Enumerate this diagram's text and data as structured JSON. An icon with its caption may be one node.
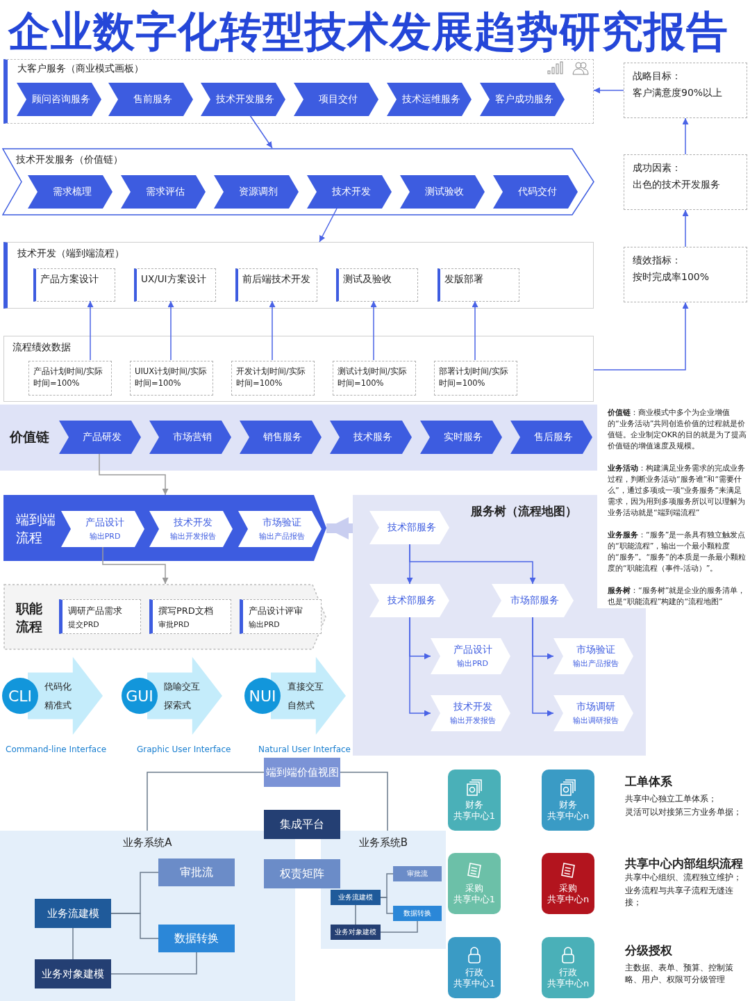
{
  "diagram": {
    "title": "企业数字化转型技术发展趋势研究报告",
    "nodes": [
      {
        "text": [
          "大客户服务（商业模式画板）"
        ]
      },
      {
        "text": [
          "顾问咨询服务"
        ],
        "in": 0
      },
      {
        "text": [
          "售前服务"
        ],
        "in": 0
      },
      {
        "text": [
          "技术开发服务"
        ],
        "in": 0
      },
      {
        "text": [
          "项目交付"
        ],
        "in": 0
      },
      {
        "text": [
          "技术运维服务"
        ],
        "in": 0
      },
      {
        "text": [
          "客户成功服务"
        ],
        "in": 0
      },
      {
        "text": [
          "技术开发服务（价值链）"
        ]
      },
      {
        "text": [
          "需求梳理"
        ],
        "in": 7
      },
      {
        "text": [
          "需求评估"
        ],
        "in": 7
      },
      {
        "text": [
          "资源调剂"
        ],
        "in": 7
      },
      {
        "text": [
          "技术开发"
        ],
        "in": 7
      },
      {
        "text": [
          "测试验收"
        ],
        "in": 7
      },
      {
        "text": [
          "代码交付"
        ],
        "in": 7
      },
      {
        "text": [
          "技术开发（端到端流程）"
        ]
      },
      {
        "text": [
          "产品方案设计"
        ],
        "in": 14
      },
      {
        "text": [
          "UX/UI方案设计"
        ],
        "in": 14
      },
      {
        "text": [
          "前后端技术开发"
        ],
        "in": 14
      },
      {
        "text": [
          "测试及验收"
        ],
        "in": 14
      },
      {
        "text": [
          "发版部署"
        ],
        "in": 14
      },
      {
        "text": [
          "流程绩效数据"
        ]
      },
      {
        "text": [
          "产品计划时间/实际时间=100%"
        ],
        "in": 20
      },
      {
        "text": [
          "UIUX计划时间/实际时间=100%"
        ],
        "in": 20
      },
      {
        "text": [
          "开发计划时间/实际时间=100%"
        ],
        "in": 20
      },
      {
        "text": [
          "测试计划时间/实际时间=100%"
        ],
        "in": 20
      },
      {
        "text": [
          "部署计划时间/实际时间=100%"
        ],
        "in": 20
      },
      {
        "text": [
          "战略目标：",
          "客户满意度90%以上"
        ]
      },
      {
        "text": [
          "成功因素：",
          "出色的技术开发服务"
        ]
      },
      {
        "text": [
          "绩效指标：",
          "按时完成率100%"
        ]
      },
      {
        "text": [
          "价值链"
        ]
      },
      {
        "text": [
          "产品研发"
        ],
        "in": 29
      },
      {
        "text": [
          "市场营销"
        ],
        "in": 29
      },
      {
        "text": [
          "销售服务"
        ],
        "in": 29
      },
      {
        "text": [
          "技术服务"
        ],
        "in": 29
      },
      {
        "text": [
          "实时服务"
        ],
        "in": 29
      },
      {
        "text": [
          "售后服务"
        ],
        "in": 29
      },
      {
        "text": [
          "端到端流程"
        ]
      },
      {
        "text": [
          "产品设计",
          "输出PRD"
        ],
        "in": 36
      },
      {
        "text": [
          "技术开发",
          "输出开发报告"
        ],
        "in": 36
      },
      {
        "text": [
          "市场验证",
          "输出产品报告"
        ],
        "in": 36
      },
      {
        "text": [
          "职能流程"
        ]
      },
      {
        "text": [
          "调研产品需求",
          "提交PRD"
        ],
        "in": 40
      },
      {
        "text": [
          "撰写PRD文档",
          "审批PRD"
        ],
        "in": 40
      },
      {
        "text": [
          "产品设计评审",
          "输出PRD"
        ],
        "in": 40
      },
      {
        "text": [
          "服务树（流程地图）"
        ]
      },
      {
        "text": [
          "技术部服务"
        ],
        "in": 44
      },
      {
        "text": [
          "技术部服务"
        ],
        "in": 44
      },
      {
        "text": [
          "市场部服务"
        ],
        "in": 44
      },
      {
        "text": [
          "产品设计",
          "输出PRD"
        ],
        "in": 44
      },
      {
        "text": [
          "技术开发",
          "输出开发报告"
        ],
        "in": 44
      },
      {
        "text": [
          "市场验证",
          "输出产品报告"
        ],
        "in": 44
      },
      {
        "text": [
          "市场调研",
          "输出调研报告"
        ],
        "in": 44
      },
      {
        "text": [
          "CLI"
        ]
      },
      {
        "text": [
          "代码化",
          "精准式"
        ],
        "beside": [
          "Command-line Interface"
        ]
      },
      {
        "text": [
          "GUI"
        ]
      },
      {
        "text": [
          "隐喻交互",
          "探索式"
        ],
        "beside": [
          "Graphic User Interface"
        ]
      },
      {
        "text": [
          "NUI"
        ]
      },
      {
        "text": [
          "直接交互",
          "自然式"
        ],
        "beside": [
          "Natural User Interface"
        ]
      },
      {
        "text": [
          "端到端价值视图"
        ]
      },
      {
        "text": [
          "集成平台"
        ]
      },
      {
        "text": [
          "业务系统A"
        ]
      },
      {
        "text": [
          "审批流"
        ],
        "in": 60
      },
      {
        "text": [
          "业务流建模"
        ],
        "in": 60
      },
      {
        "text": [
          "数据转换"
        ],
        "in": 60
      },
      {
        "text": [
          "业务对象建模"
        ],
        "in": 60
      },
      {
        "text": [
          "权责矩阵"
        ]
      },
      {
        "text": [
          "业务系统B"
        ]
      },
      {
        "text": [
          "审批流"
        ],
        "in": 66
      },
      {
        "text": [
          "业务流建模"
        ],
        "in": 66
      },
      {
        "text": [
          "数据转换"
        ],
        "in": 66
      },
      {
        "text": [
          "业务对象建模"
        ],
        "in": 66
      },
      {
        "text": [
          "财务",
          "共享中心1"
        ]
      },
      {
        "text": [
          "财务",
          "共享中心n"
        ]
      },
      {
        "text": [
          "采购",
          "共享中心1"
        ]
      },
      {
        "text": [
          "采购",
          "共享中心n"
        ]
      },
      {
        "text": [
          "行政",
          "共享中心1"
        ]
      },
      {
        "text": [
          "行政",
          "共享中心n"
        ]
      }
    ],
    "edges": [
      {
        "from": 3,
        "to": 7,
        "arrow": "to"
      },
      {
        "from": 11,
        "to": 14,
        "arrow": "to"
      },
      {
        "from": 21,
        "to": 15,
        "arrow": "to"
      },
      {
        "from": 22,
        "to": 16,
        "arrow": "to"
      },
      {
        "from": 23,
        "to": 17,
        "arrow": "to"
      },
      {
        "from": 24,
        "to": 18,
        "arrow": "to"
      },
      {
        "from": 25,
        "to": 19,
        "arrow": "to"
      },
      {
        "from": 27,
        "to": 26,
        "arrow": "to"
      },
      {
        "from": 28,
        "to": 27,
        "arrow": "to"
      },
      {
        "from": 20,
        "to": 28,
        "arrow": "to"
      },
      {
        "from": 26,
        "to": 0,
        "arrow": "to"
      },
      {
        "from": 30,
        "to": 36,
        "arrow": "to",
        "color": "#9a9a9a"
      },
      {
        "from": 37,
        "to": 40,
        "arrow": "to",
        "color": "#9a9a9a"
      },
      {
        "from": 44,
        "to": 36,
        "arrow": "to",
        "style": "thick",
        "color": "#c9cef0"
      },
      {
        "from": 45,
        "to": 46,
        "arrow": "to"
      },
      {
        "from": 45,
        "to": 47,
        "arrow": "to"
      },
      {
        "from": 46,
        "to": 48,
        "arrow": "to"
      },
      {
        "from": 46,
        "to": 49,
        "arrow": "to"
      },
      {
        "from": 47,
        "to": 50,
        "arrow": "to"
      },
      {
        "from": 47,
        "to": 51,
        "arrow": "to"
      },
      {
        "from": 58,
        "to": 60,
        "arrow": "none",
        "color": "#6b7b8c"
      },
      {
        "from": 58,
        "to": 66,
        "arrow": "none",
        "color": "#6b7b8c"
      },
      {
        "from": 62,
        "to": 61,
        "arrow": "none",
        "color": "#6b7b8c"
      },
      {
        "from": 62,
        "to": 63,
        "arrow": "none",
        "color": "#6b7b8c"
      },
      {
        "from": 62,
        "to": 64,
        "arrow": "none",
        "color": "#6b7b8c"
      },
      {
        "from": 63,
        "to": 64,
        "arrow": "none",
        "color": "#6b7b8c"
      },
      {
        "from": 68,
        "to": 67,
        "arrow": "none",
        "color": "#6b7b8c"
      },
      {
        "from": 68,
        "to": 69,
        "arrow": "none",
        "color": "#6b7b8c"
      },
      {
        "from": 68,
        "to": 70,
        "arrow": "none",
        "color": "#6b7b8c"
      },
      {
        "from": 69,
        "to": 70,
        "arrow": "none",
        "color": "#6b7b8c"
      }
    ],
    "labels": [
      "**价值链**：商业模式中多个为企业增值的“业务活动”共同创造价值的过程就是价值链。企业制定OKR的目的就是为了提高价值链的增值速度及规模。",
      "**业务活动**：构建满足业务需求的完成业务过程，判断业务活动“服务谁”和“需要什么”，通过多项或一项“业务服务”来满足需求，因为用到多项服务所以可以理解为业务活动就是“端到端流程”",
      "**业务服务**：“服务”是一条具有独立触发点的“职能流程”，输出一个最小颗粒度的“服务”。“服务”的本质是一条最小颗粒度的“职能流程（事件-活动）”。",
      "**服务树**：“服务树”就是企业的服务清单，也是“职能流程”构建的“流程地图”",
      "工单体系",
      "共享中心独立工单体系；",
      "灵活可以对接第三方业务单据；",
      "共享中心内部组织流程",
      "共享中心组织、流程独立维护；",
      "业务流程与共享子流程无缝连接；",
      "分级授权",
      "主数据、表单、预算、控制策略、用户、权限可分级管理"
    ]
  }
}
